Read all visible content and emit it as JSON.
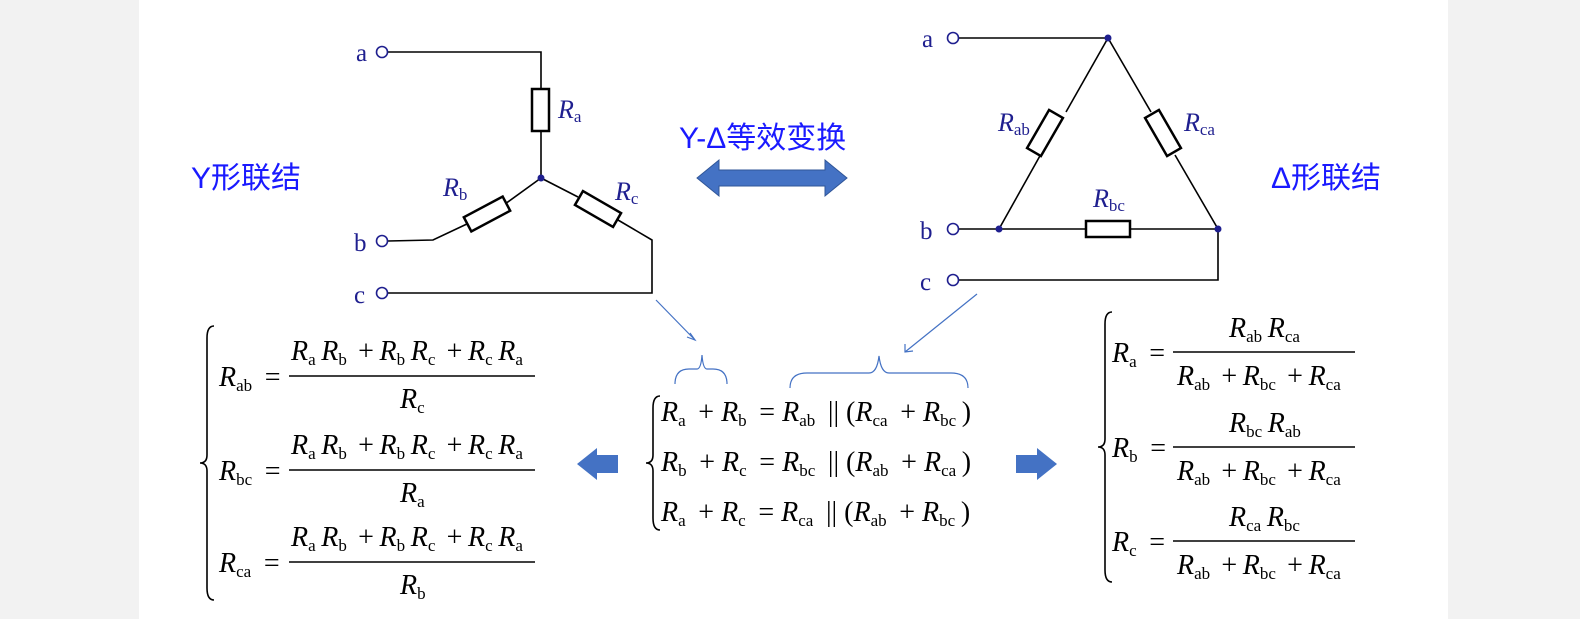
{
  "labels": {
    "y_title": "Y形联结",
    "delta_title": "Δ形联结",
    "transform_title": "Y-Δ等效变换"
  },
  "terminals": [
    "a",
    "b",
    "c"
  ],
  "y_resistors": {
    "a": {
      "main": "R",
      "sub": "a"
    },
    "b": {
      "main": "R",
      "sub": "b"
    },
    "c": {
      "main": "R",
      "sub": "c"
    }
  },
  "delta_resistors": {
    "ab": {
      "main": "R",
      "sub": "ab"
    },
    "ca": {
      "main": "R",
      "sub": "ca"
    },
    "bc": {
      "main": "R",
      "sub": "bc"
    }
  },
  "equations": {
    "left": [
      {
        "lhs": "ab",
        "den": "c"
      },
      {
        "lhs": "bc",
        "den": "a"
      },
      {
        "lhs": "ca",
        "den": "b"
      }
    ],
    "left_numerator": "RaRb + RbRc + RcRa",
    "middle": [
      {
        "s1": "a",
        "s2": "b",
        "rhs": "ab",
        "p1": "ca",
        "p2": "bc"
      },
      {
        "s1": "b",
        "s2": "c",
        "rhs": "bc",
        "p1": "ab",
        "p2": "ca"
      },
      {
        "s1": "a",
        "s2": "c",
        "rhs": "ca",
        "p1": "ab",
        "p2": "bc"
      }
    ],
    "right": [
      {
        "lhs": "a",
        "n1": "ab",
        "n2": "ca"
      },
      {
        "lhs": "b",
        "n1": "bc",
        "n2": "ab"
      },
      {
        "lhs": "c",
        "n1": "ca",
        "n2": "bc"
      }
    ],
    "right_denominator": "Rab + Rbc + Rca"
  },
  "colors": {
    "blue_text": "#1a1aff",
    "navy_text": "#1f1f8f",
    "arrow_fill": "#4472c4",
    "connector": "#4472c4",
    "wire": "#000000"
  }
}
